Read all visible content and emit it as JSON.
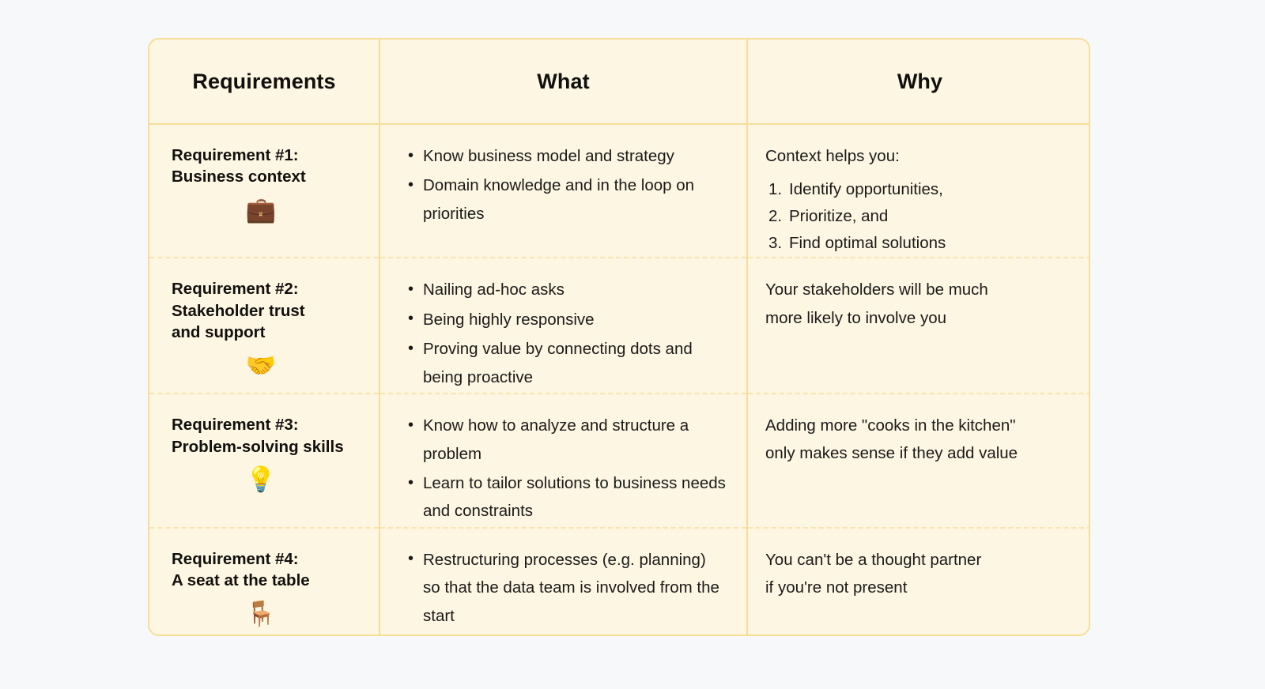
{
  "table": {
    "accent_border_color": "#f6de9a",
    "cell_background_color": "#fdf6e3",
    "page_background_color": "#f7f8fa",
    "text_color": "#1b1a18",
    "columns": [
      {
        "key": "requirements",
        "label": "Requirements"
      },
      {
        "key": "what",
        "label": "What"
      },
      {
        "key": "why",
        "label": "Why"
      }
    ],
    "rows": [
      {
        "requirement_title": "Requirement #1:\nBusiness context",
        "requirement_emoji": "💼",
        "requirement_emoji_name": "briefcase-emoji",
        "what_items": [
          "Know business model and strategy",
          "Domain knowledge and in the loop on priorities"
        ],
        "why_intro": "Context helps you:",
        "why_list": [
          "Identify opportunities,",
          "Prioritize, and",
          "Find optimal solutions"
        ],
        "why_text": ""
      },
      {
        "requirement_title": "Requirement #2:\nStakeholder trust\nand support",
        "requirement_emoji": "🤝",
        "requirement_emoji_name": "handshake-emoji",
        "what_items": [
          "Nailing ad-hoc asks",
          "Being highly responsive",
          "Proving value by connecting dots and being proactive"
        ],
        "why_intro": "",
        "why_list": [],
        "why_text": "Your stakeholders will be much\nmore likely to involve you"
      },
      {
        "requirement_title": "Requirement #3:\nProblem-solving skills",
        "requirement_emoji": "💡",
        "requirement_emoji_name": "lightbulb-emoji",
        "what_items": [
          "Know how to analyze and structure a problem",
          "Learn to tailor solutions to business needs and constraints"
        ],
        "why_intro": "",
        "why_list": [],
        "why_text": "Adding more \"cooks in the kitchen\"\nonly makes sense if they add value"
      },
      {
        "requirement_title": "Requirement #4:\nA seat at the table",
        "requirement_emoji": "🪑",
        "requirement_emoji_name": "chair-emoji",
        "what_items": [
          "Restructuring processes (e.g. planning) so that the data team is involved from the start"
        ],
        "why_intro": "",
        "why_list": [],
        "why_text": "You can't be a thought partner\nif you're not present"
      }
    ]
  }
}
